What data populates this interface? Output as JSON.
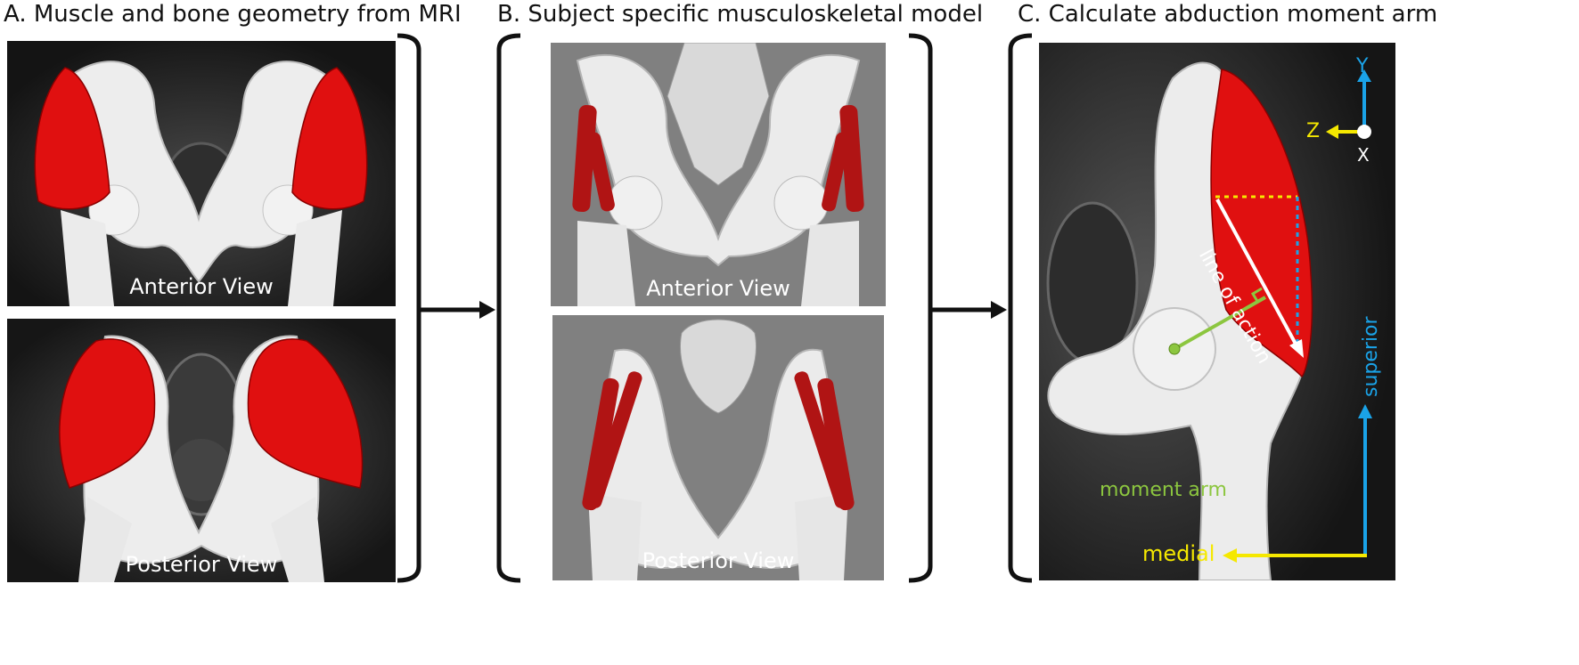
{
  "panel_a": {
    "title": "A. Muscle and bone geometry from MRI",
    "top_label": "Anterior View",
    "bottom_label": "Posterior View"
  },
  "panel_b": {
    "title": "B. Subject specific musculoskeletal model",
    "top_label": "Anterior View",
    "bottom_label": "Posterior View"
  },
  "panel_c": {
    "title": "C. Calculate abduction moment arm",
    "axis_y": "Y",
    "axis_z": "Z",
    "axis_x": "X",
    "line_of_action": "line of action",
    "moment_arm": "moment arm",
    "superior": "superior",
    "medial": "medial"
  },
  "colors": {
    "muscle": "#e01010",
    "model_muscle": "#b01414",
    "bone": "#ececec",
    "model_bg": "#808080",
    "axis_blue": "#1aa3e8",
    "axis_yellow": "#f5e800",
    "moment_green": "#8cc63f"
  }
}
